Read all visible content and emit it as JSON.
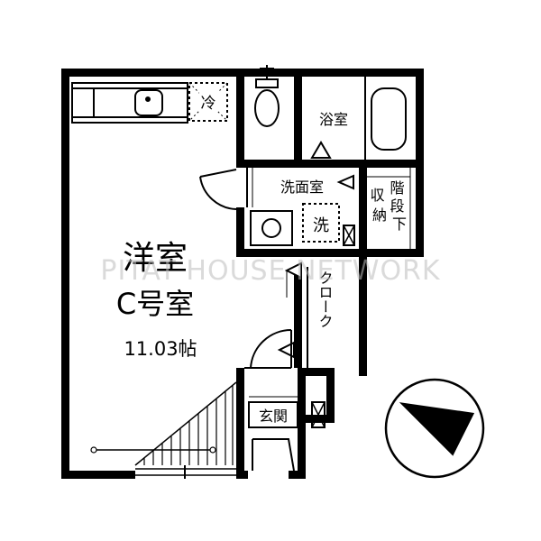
{
  "rooms": {
    "main": {
      "line1": "洋室",
      "line2": "C号室",
      "area": "11.03帖"
    },
    "bath": "浴室",
    "washroom": "洗面室",
    "washer": "洗",
    "fridge": "冷",
    "stair_storage": {
      "col_right": "階段下",
      "col_left": "収納"
    },
    "closet": "クローク",
    "entrance": "玄関"
  },
  "watermark": "PITAT HOUSE NETWORK",
  "compass": {
    "icon": "north-arrow-icon",
    "direction": "north-east"
  },
  "colors": {
    "wall": "#000000",
    "background": "#ffffff",
    "watermark": "#bdbdbd"
  }
}
